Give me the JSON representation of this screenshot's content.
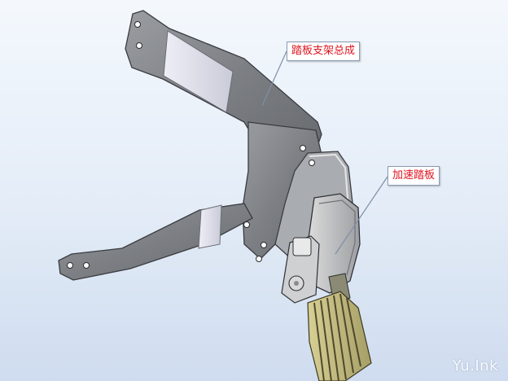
{
  "labels": {
    "bracket_assembly": "踏板支架总成",
    "accelerator_pedal": "加速踏板"
  },
  "watermark": "Yu.Ink",
  "colors": {
    "background_top": "#f4f8fd",
    "background_bottom": "#cfdcef",
    "metal": "#7f8286",
    "label_text": "#e0141e",
    "pedal_pad": "#b9b27a"
  }
}
